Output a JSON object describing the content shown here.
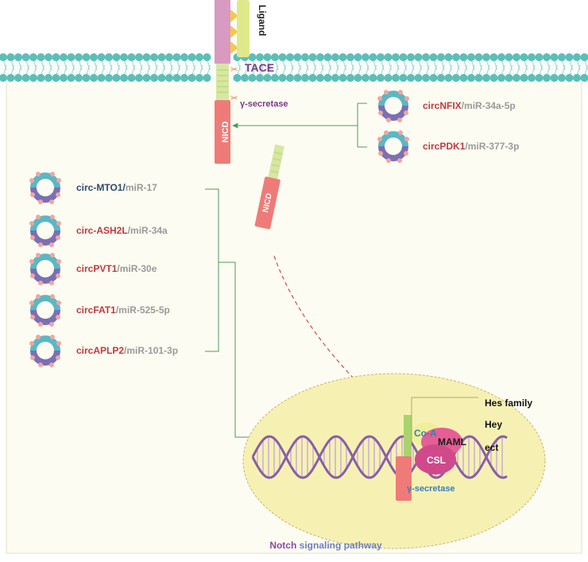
{
  "membrane": {
    "ligand_label": "Ligand",
    "tace_label": "TACE",
    "gamma_secretase_label": "γ-secretase"
  },
  "nicd_label": "NICD",
  "upper_right_circs": [
    {
      "circ": "circNFIX",
      "mir": "/miR-34a-5p",
      "circ_color": "#c0393e"
    },
    {
      "circ": "circPDK1",
      "mir": "/miR-377-3p",
      "circ_color": "#c0393e"
    }
  ],
  "left_circs": [
    {
      "circ": "circ-MTO1/",
      "mir": "miR-17",
      "circ_color": "#2c4a6b"
    },
    {
      "circ": "circ-ASH2L",
      "mir": "/miR-34a",
      "circ_color": "#c0393e"
    },
    {
      "circ": "circPVT1",
      "mir": "/miR-30e",
      "circ_color": "#c0393e"
    },
    {
      "circ": "circFAT1",
      "mir": "/miR-525-5p",
      "circ_color": "#c0393e"
    },
    {
      "circ": "circAPLP2",
      "mir": "/miR-101-3p",
      "circ_color": "#c0393e"
    }
  ],
  "nucleus": {
    "coa_label": "Co-A",
    "maml_label": "MAML",
    "csl_label": "CSL",
    "gamma_secretase_label": "γ-secretase",
    "targets": [
      "Hes family",
      "Hey",
      "ect"
    ]
  },
  "footer": {
    "notch": "Notch",
    "rest": " signaling pathway"
  },
  "colors": {
    "membrane_teal": "#5bbfb8",
    "ligand_pink": "#d89ac0",
    "notch_green": "#d6e7a3",
    "nicd_red": "#ef7b78",
    "ring_teal": "#5ab8c4",
    "ring_purple": "#7b6fb5",
    "dna_purple": "#8a5ea8",
    "nucleus_fill": "#f6f1b3",
    "tace_purple": "#7a3a86",
    "arrow_green": "#4f9a5c",
    "arrow_red": "#d44b4b",
    "mir_gray": "#9a9a9a"
  }
}
